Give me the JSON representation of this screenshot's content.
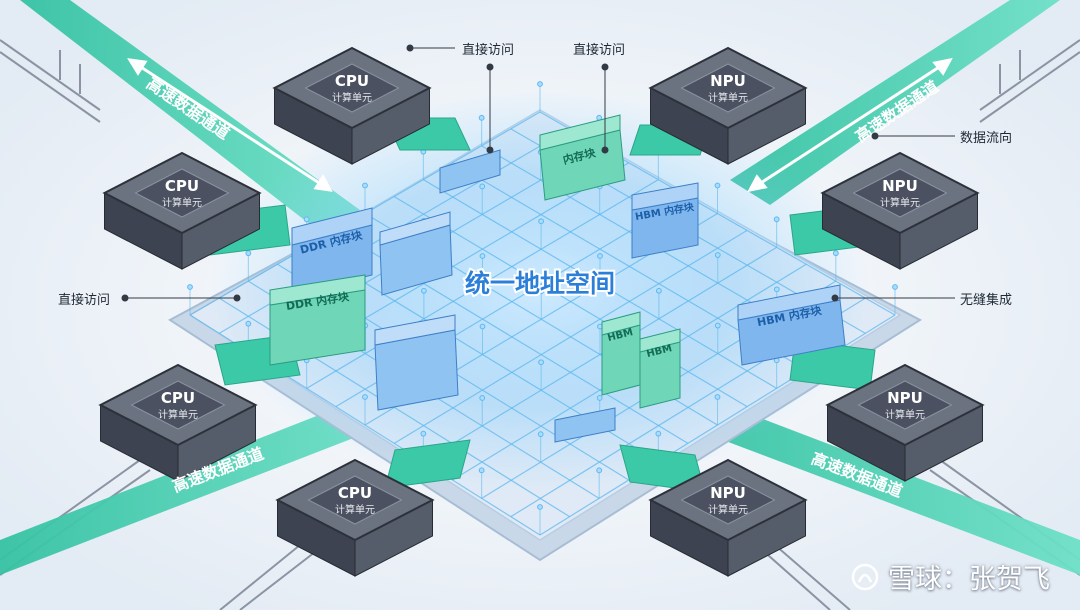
{
  "center_label": "统一地址空间",
  "callouts": {
    "direct_access_top_left": "直接访问",
    "direct_access_top_right": "直接访问",
    "direct_access_left": "直接访问",
    "data_flow": "数据流向",
    "seamless": "无缝集成"
  },
  "units": {
    "cpu_title": "CPU",
    "cpu_sub": "计算单元",
    "npu_title": "NPU",
    "npu_sub": "计算单元"
  },
  "channels": {
    "top_left": "高速数据通道",
    "top_right": "高速数据通道",
    "bottom_left": "高速数据通道",
    "bottom_right": "高速数据通道"
  },
  "memory": {
    "ddr_a": "DDR 内存块",
    "ddr_b": "DDR 内存块",
    "top": "内存块",
    "hbm_top": "HBM 内存块",
    "hbm_right": "HBM 内存块",
    "hbm_a": "HBM",
    "hbm_b": "HBM"
  },
  "watermark": "雪球：张贺飞",
  "colors": {
    "channel": "#4fd1b5",
    "grid": "#5fb8ee",
    "unit": "#4a5160",
    "label": "#2c7fd8"
  }
}
